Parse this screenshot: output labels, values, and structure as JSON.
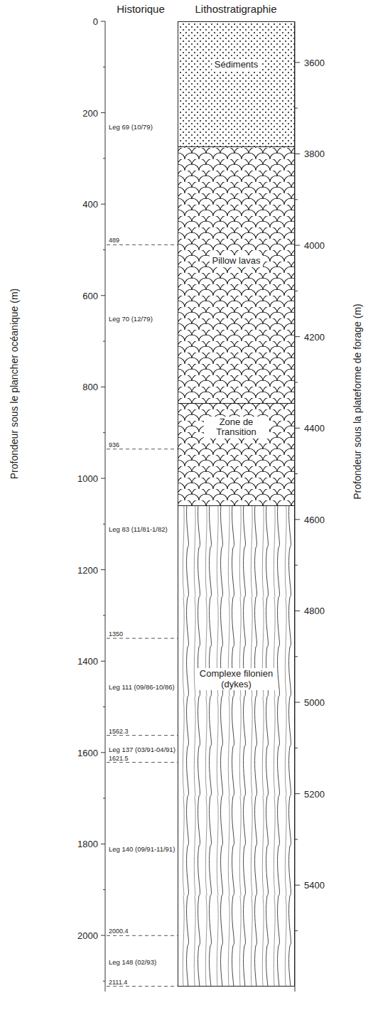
{
  "diagram": {
    "nodes": [
      {
        "text": [
          "Sédiments"
        ]
      },
      {
        "text": [
          "Pillow lavas"
        ]
      },
      {
        "text": [
          "Zone de Transition"
        ]
      },
      {
        "text": [
          "Complexe filonien (dykes)"
        ]
      }
    ],
    "labels": [
      "Historique",
      "Lithostratigraphie",
      "Profondeur sous le plancher océanique (m)",
      "Profondeur sous la plateforme de forage (m)",
      "0",
      "200",
      "400",
      "600",
      "800",
      "1000",
      "1200",
      "1400",
      "1600",
      "1800",
      "2000",
      "3600",
      "3800",
      "4000",
      "4200",
      "4400",
      "4600",
      "4800",
      "5000",
      "5200",
      "5400",
      "Leg 69 (10/79)",
      "489",
      "Leg 70 (12/79)",
      "936",
      "Leg 83 (11/81-1/82)",
      "1350",
      "Leg 111 (09/86-10/86)",
      "1562.3",
      "Leg 137 (03/91-04/91)",
      "1621.5",
      "Leg 140 (09/91-11/91)",
      "2000.4",
      "Leg 148 (02/93)",
      "2111.4"
    ]
  }
}
